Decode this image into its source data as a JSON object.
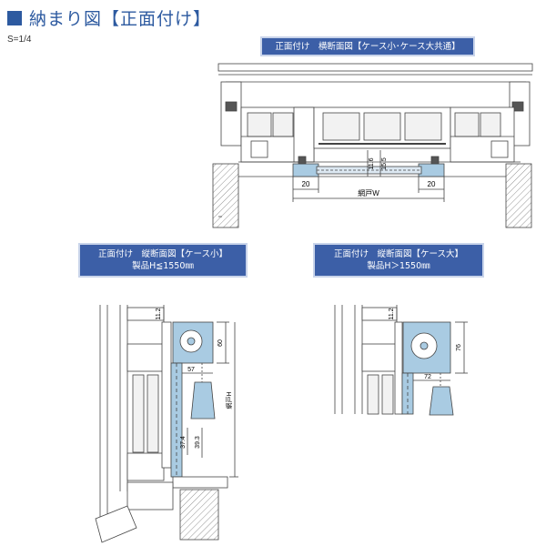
{
  "header": {
    "title": "納まり図【正面付け】",
    "scale": "S=1/4"
  },
  "labels": {
    "horizontal": "正面付け　横断面図【ケース小･ケース大共通】",
    "vertical_small_line1": "正面付け　縦断面図【ケース小】",
    "vertical_small_line2": "製品H≦1550㎜",
    "vertical_large_line1": "正面付け　縦断面図【ケース大】",
    "vertical_large_line2": "製品H＞1550㎜"
  },
  "dimensions": {
    "h_left": "20",
    "h_right": "20",
    "h_inner1": "11.6",
    "h_inner2": "15.5",
    "h_width": "網戸W",
    "vs_top": "11.2",
    "vs_case": "60",
    "vs_depth": "57",
    "vs_height": "網戸H",
    "vs_bottom1": "37.4",
    "vs_bottom2": "39.3",
    "vl_top": "11.2",
    "vl_case": "76",
    "vl_depth": "72"
  },
  "colors": {
    "accent": "#2d5aa0",
    "screen": "#a9cbe2",
    "line": "#333333"
  }
}
